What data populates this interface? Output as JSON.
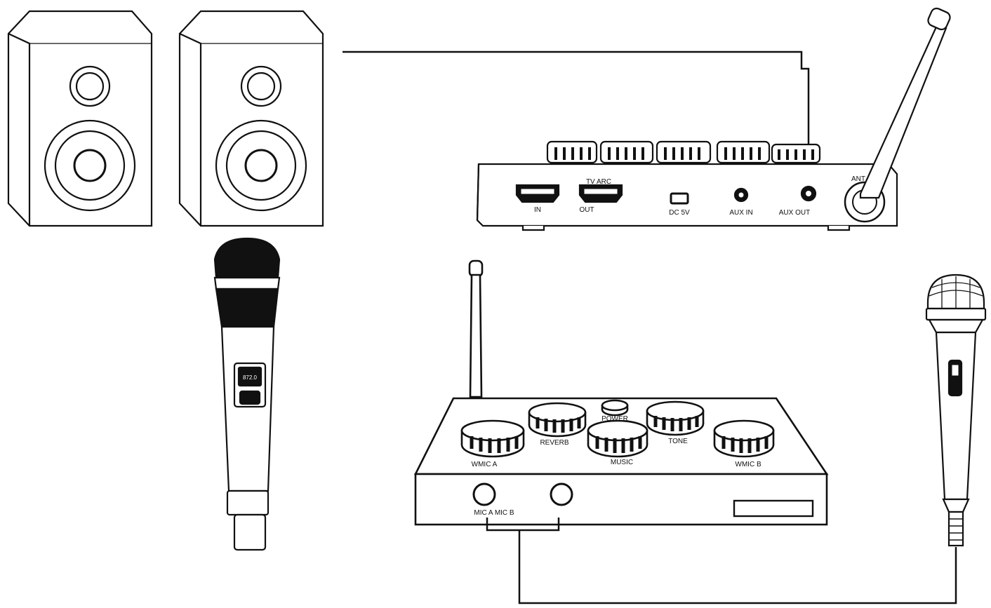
{
  "rear_panel": {
    "ports": {
      "hdmi_in": "IN",
      "tv_arc_top": "TV ARC",
      "hdmi_out": "OUT",
      "dc": "DC 5V",
      "aux_in": "AUX IN",
      "aux_out": "AUX OUT",
      "antenna": "ANT"
    }
  },
  "mixer": {
    "knobs": {
      "wmic_a": "WMIC A",
      "reverb": "REVERB",
      "power": "POWER",
      "tone": "TONE",
      "music": "MUSIC",
      "wmic_b": "WMIC B"
    },
    "front_jacks": "MIC A MIC B"
  },
  "wireless_mic": {
    "display": "872.0"
  },
  "colors": {
    "line": "#111111",
    "background": "#ffffff"
  }
}
